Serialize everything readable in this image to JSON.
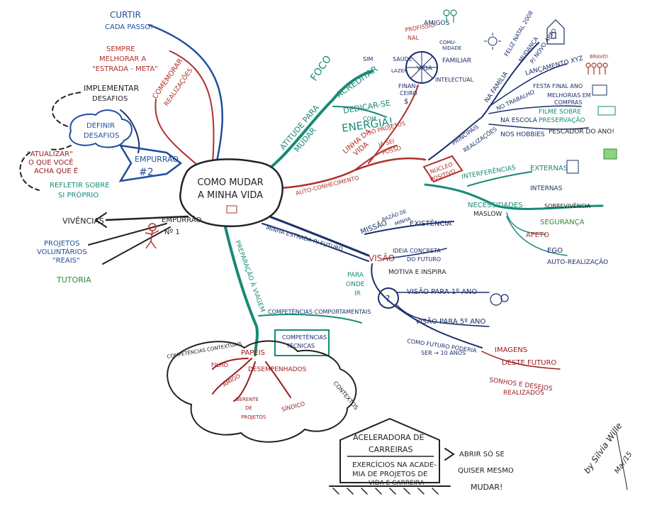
{
  "center": {
    "title_line1": "COMO MUDAR",
    "title_line2": "A MINHA VIDA"
  },
  "colors": {
    "blue": "#1f4e9e",
    "navy": "#1b2f6b",
    "red": "#b0302a",
    "teal": "#178a76",
    "black": "#222222",
    "crimson": "#9a1d20",
    "green": "#2f8a3a"
  },
  "top_left": {
    "curtir": "CURTIR",
    "cada_passo": "CADA PASSO!",
    "sempre": "SEMPRE",
    "melhorar": "MELHORAR A",
    "estrada": "\"ESTRADA - META\"",
    "comemorar": "COMEMORAR",
    "realizacoes": "REALIZAÇÕES",
    "implementar": "IMPLEMENTAR",
    "desafios": "DESAFIOS",
    "definir": "DEFINIR",
    "definir_desafios": "DESAFIOS",
    "empurrao2": "EMPURRÃO",
    "num2": "#2",
    "atualizar": "\"ATUALIZAR\"",
    "o_que": "O QUE VOCÊ",
    "acha": "ACHA QUE É",
    "refletir": "REFLETIR SOBRE",
    "si_proprio": "SI PRÓPRIO"
  },
  "left": {
    "vivencias": "VIVÊNCIAS",
    "empurrao1": "EMPURRÃO",
    "num1": "Nº 1",
    "projetos": "PROJETOS",
    "voluntarios": "VOLUNTÁRIOS",
    "reais": "\"REAIS\"",
    "tutoria": "TUTORIA"
  },
  "attitude": {
    "atitude": "ATITUDE PARA",
    "mudar": "MUDAR",
    "foco": "FOCO",
    "acreditar": "ACREDITAR",
    "sim": "SIM",
    "dedicar": "DEDICAR-SE",
    "com": "COM",
    "energia": "ENERGIA!"
  },
  "life": {
    "linha": "LINHA DA",
    "vida": "VIDA",
    "so_projetos": "SÓ PROJETOS",
    "ja_sei": "JÁ SEI",
    "posso": "POSSO",
    "saude": "SAÚDE",
    "vida_center": "VIDA",
    "profissional": "PROFISSIO-",
    "nal": "NAL",
    "amigos": "AMIGOS",
    "comunidade": "COMU-",
    "nidade": "NIDADE",
    "familiar": "FAMILIAR",
    "financeiro": "FINAN-",
    "ceiro": "CEIRO",
    "dollar": "$",
    "intelectual": "INTELECTUAL",
    "lazer": "LAZER"
  },
  "realizations": {
    "nucleo": "NÚCLEO",
    "positivo": "POSITIVO",
    "principais": "PRINCIPAIS",
    "realizacoes": "REALIZAÇÕES",
    "na_familia": "NA FAMÍLIA",
    "mudanca": "MUDANÇA",
    "novo_apto": "P/ NOVO APTO",
    "feliz_natal": "FELIZ NATAL 2008",
    "no_trabalho": "NO TRABALHO",
    "lancamento": "LANÇAMENTO XYZ",
    "festa": "FESTA FINAL ANO",
    "melhorias": "MELHORIAS EM",
    "compras": "COMPRAS",
    "bravo": "BRAVO!",
    "na_escola": "NA ESCOLA",
    "filme": "FILME SOBRE",
    "preservacao": "PRESERVAÇÃO",
    "nos_hobbies": "NOS HOBBIES",
    "pescador": "PESCADOR DO ANO!"
  },
  "autoconhecimento": {
    "label": "AUTO-CONHECIMENTO",
    "interferencias": "INTERFERÊNCIAS",
    "externas": "EXTERNAS",
    "internas": "INTERNAS",
    "necessidades": "NECESSIDADES",
    "maslow": "MASLOW",
    "sobrevivencia": "SOBREVIVÊNCIA",
    "seguranca": "SEGURANÇA",
    "afeto": "AFETO",
    "ego": "EGO",
    "auto_realizacao": "AUTO-REALIZAÇÃO"
  },
  "future": {
    "branch": "MINHA ESTRADA P/ FUTURO",
    "missao": "MISSÃO",
    "razao": "RAZÃO DE",
    "minha": "MINHA",
    "existencia": "EXISTÊNCIA",
    "visao": "VISÃO",
    "ideia": "IDEIA CONCRETA",
    "do_futuro": "DO FUTURO",
    "motiva": "MOTIVA E INSPIRA",
    "para": "PARA",
    "onde": "ONDE",
    "ir": "IR",
    "question": "?",
    "visao1": "VISÃO PARA 1º ANO",
    "visao5": "VISÃO PARA 5º ANO",
    "como_futuro": "COMO FUTURO PODERIA",
    "ser": "SER → 10 ANOS",
    "imagens": "IMAGENS",
    "deste_futuro": "DESTE FUTURO",
    "sonhos": "SONHOS E DESEJOS",
    "realizados": "REALIZADOS"
  },
  "preparation": {
    "branch": "PREPARAÇÃO À VIAGEM",
    "comp_comport": "COMPETÊNCIAS COMPORTAMENTAIS",
    "comp_tec1": "COMPETÊNCIAS",
    "comp_tec2": "TÉCNICAS",
    "comp_ctx": "COMPETÊNCIAS CONTEXTUAIS",
    "papeis": "PAPÉIS",
    "desempenhados": "DESEMPENHADOS",
    "filho": "FILHO",
    "amigo": "AMIGO",
    "gerente": "GERENTE",
    "de": "DE",
    "projetos": "PROJETOS",
    "sindico": "SÍNDICO",
    "contextos": "CONTEXTOS"
  },
  "accelerator": {
    "title1": "ACELERADORA DE",
    "title2": "CARREIRAS",
    "ex1": "EXERCÍCIOS NA ACADE-",
    "ex2": "MIA DE PROJETOS DE",
    "ex3": "VIDA E CARREIRA",
    "abrir": "ABRIR SÓ SE",
    "quiser": "QUISER MESMO",
    "mudar": "MUDAR!"
  },
  "signature": {
    "by": "by Silvia Wille",
    "date": "Mar/15"
  }
}
